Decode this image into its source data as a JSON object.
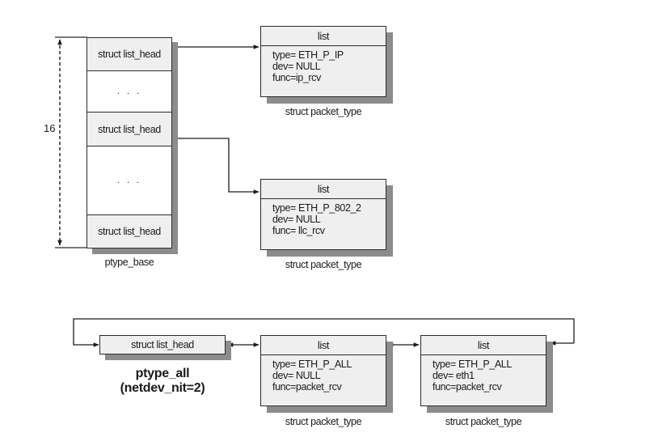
{
  "ptype_base": {
    "size_label": "16",
    "rows": [
      {
        "kind": "entry",
        "label": "struct list_head"
      },
      {
        "kind": "ellipsis",
        "label": ". . ."
      },
      {
        "kind": "entry",
        "label": "struct list_head"
      },
      {
        "kind": "ellipsis",
        "label": ". . ."
      },
      {
        "kind": "entry",
        "label": "struct list_head"
      }
    ],
    "caption": "ptype_base"
  },
  "packet_types_top": [
    {
      "header": "list",
      "fields": [
        "type= ETH_P_IP",
        "dev= NULL",
        "func=ip_rcv"
      ],
      "caption": "struct packet_type"
    },
    {
      "header": "list",
      "fields": [
        "type= ETH_P_802_2",
        "dev= NULL",
        "func= llc_rcv"
      ],
      "caption": "struct packet_type"
    }
  ],
  "ptype_all": {
    "head_label": "struct list_head",
    "caption_line1": "ptype_all",
    "caption_line2": "(netdev_nit=2)",
    "packet_types": [
      {
        "header": "list",
        "fields": [
          "type= ETH_P_ALL",
          "dev= NULL",
          "func=packet_rcv"
        ],
        "caption": "struct packet_type"
      },
      {
        "header": "list",
        "fields": [
          "type= ETH_P_ALL",
          "dev= eth1",
          "func=packet_rcv"
        ],
        "caption": "struct packet_type"
      }
    ]
  }
}
